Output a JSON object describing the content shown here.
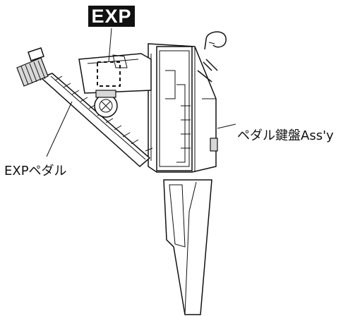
{
  "callouts": {
    "exp_tag": "EXP",
    "pedal_assy_label": "ペダル鍵盤Ass'y",
    "exp_pedal_label": "EXPペダル"
  }
}
